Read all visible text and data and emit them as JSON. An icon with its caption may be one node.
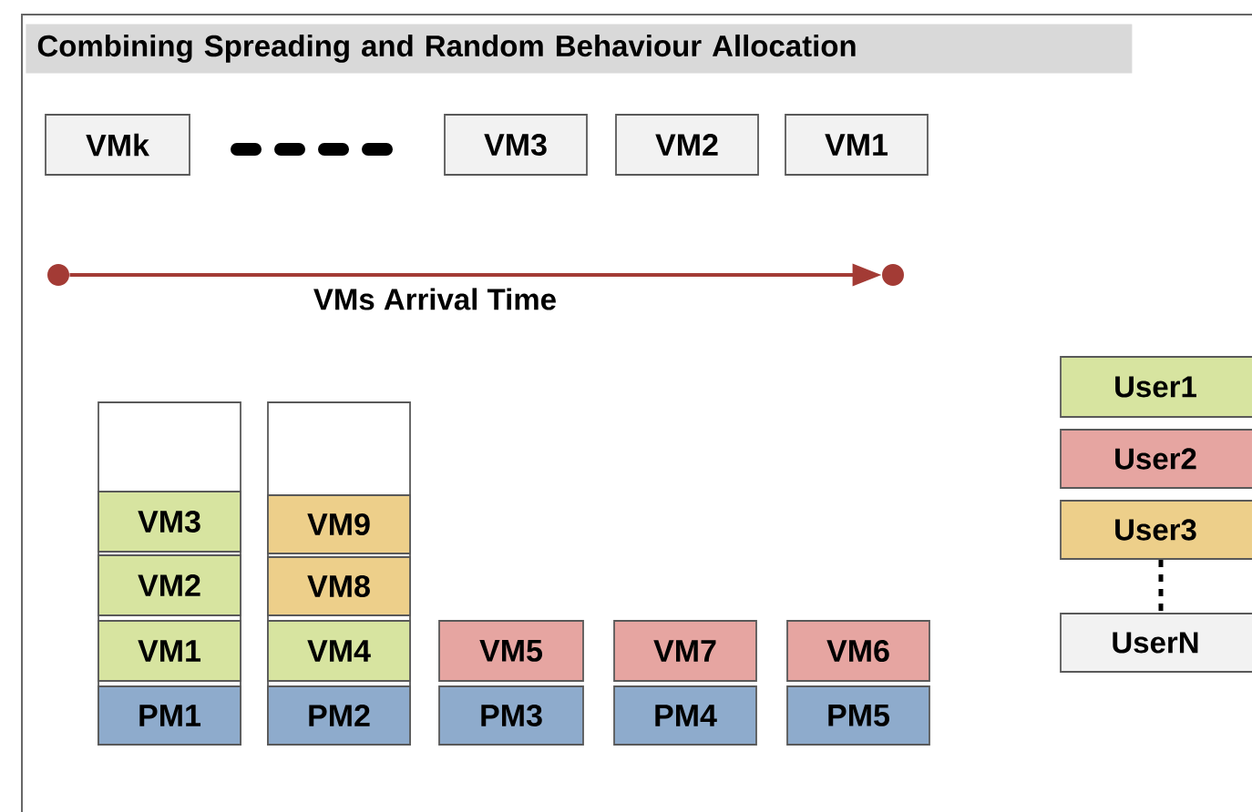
{
  "diagram": {
    "title": "Combining Spreading and Random Behaviour Allocation",
    "nodes": [
      {
        "text": [
          "VMk"
        ]
      },
      {
        "text": [
          "VM3"
        ]
      },
      {
        "text": [
          "VM2"
        ]
      },
      {
        "text": [
          "VM1"
        ]
      },
      {
        "text": [],
        "shape": "circle"
      },
      {
        "text": [],
        "shape": "circle"
      },
      {
        "text": [],
        "shape": "box"
      },
      {
        "text": [
          "VM3"
        ],
        "in": 6
      },
      {
        "text": [
          "VM2"
        ],
        "in": 6
      },
      {
        "text": [
          "VM1"
        ],
        "in": 6
      },
      {
        "text": [
          "PM1"
        ],
        "in": 6
      },
      {
        "text": [],
        "shape": "box"
      },
      {
        "text": [
          "VM9"
        ],
        "in": 11
      },
      {
        "text": [
          "VM8"
        ],
        "in": 11
      },
      {
        "text": [
          "VM4"
        ],
        "in": 11
      },
      {
        "text": [
          "PM2"
        ],
        "in": 11
      },
      {
        "text": [
          "VM5"
        ]
      },
      {
        "text": [
          "VM7"
        ]
      },
      {
        "text": [
          "VM6"
        ]
      },
      {
        "text": [
          "PM3"
        ]
      },
      {
        "text": [
          "PM4"
        ]
      },
      {
        "text": [
          "PM5"
        ]
      }
    ],
    "edges": [
      {
        "from": 4,
        "to": 5,
        "arrow": "to",
        "label": "VMs Arrival Time"
      }
    ],
    "legend": [
      {
        "text": "User1",
        "color": "#d7e4a0"
      },
      {
        "text": "User2",
        "color": "#e6a5a1"
      },
      {
        "text": "User3",
        "color": "#edcf8a"
      },
      {
        "text": "UserN",
        "color": "#f2f2f2"
      }
    ]
  }
}
